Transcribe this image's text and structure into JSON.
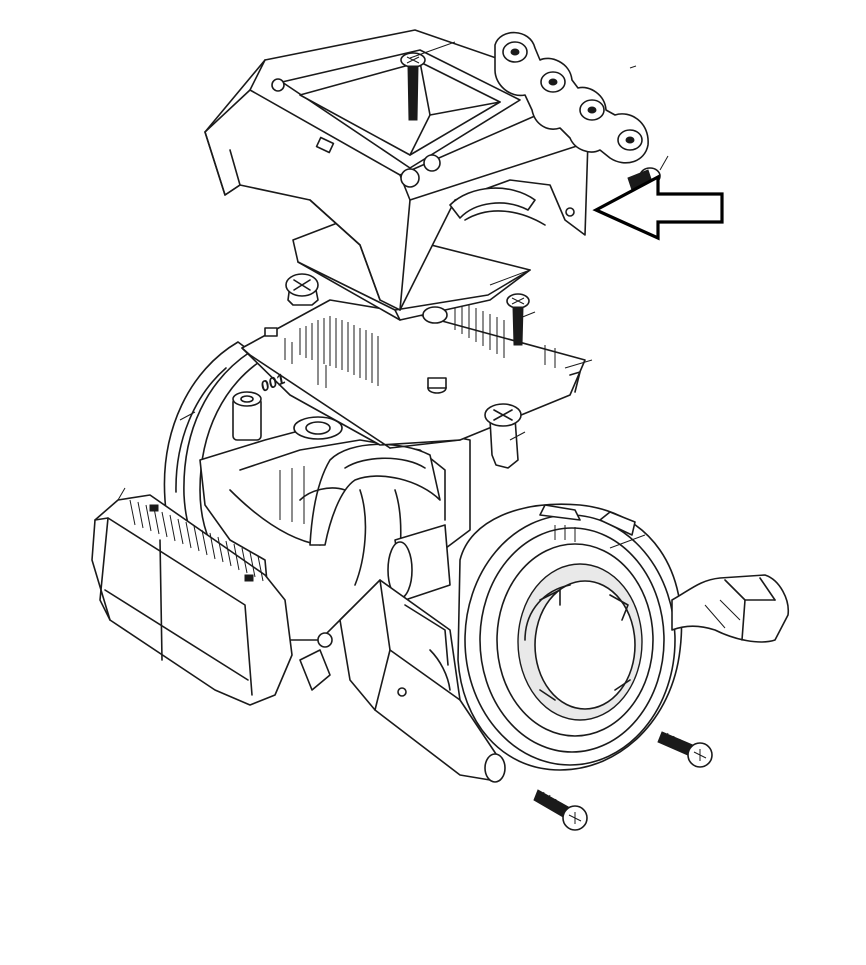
{
  "diagram": {
    "type": "exploded-assembly-line-drawing",
    "ink_color": "#1a1a1a",
    "background": "#ffffff",
    "pcb_marking": "001",
    "callout": {
      "shape": "hollow-arrow",
      "direction": "left"
    },
    "parts": [
      {
        "name": "top-cover-housing"
      },
      {
        "name": "cover-gasket-strip"
      },
      {
        "name": "cover-screw"
      },
      {
        "name": "side-screw"
      },
      {
        "name": "display-window"
      },
      {
        "name": "pcb-board"
      },
      {
        "name": "pcb-screw"
      },
      {
        "name": "snap-pin-left"
      },
      {
        "name": "snap-pin-right"
      },
      {
        "name": "main-body-housing"
      },
      {
        "name": "connector-module"
      },
      {
        "name": "bearing-ring"
      },
      {
        "name": "lever-handle"
      },
      {
        "name": "mounting-screw-upper"
      },
      {
        "name": "mounting-screw-lower"
      }
    ]
  }
}
